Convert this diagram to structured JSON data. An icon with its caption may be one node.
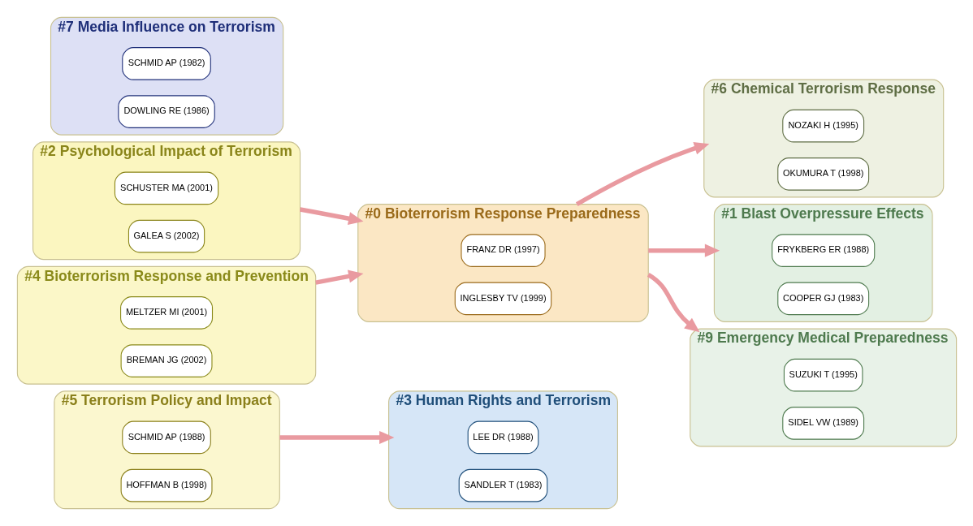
{
  "diagram": {
    "nodes": [
      {
        "text": [
          "#3 Human Rights and Terrorism"
        ]
      },
      {
        "text": [
          "LEE DR (1988)"
        ],
        "in": 0
      },
      {
        "text": [
          "SANDLER T (1983)"
        ],
        "in": 0
      },
      {
        "text": [
          "#5 Terrorism Policy and Impact"
        ]
      },
      {
        "text": [
          "SCHMID AP (1988)"
        ],
        "in": 3
      },
      {
        "text": [
          "HOFFMAN B (1998)"
        ],
        "in": 3
      },
      {
        "text": [
          "#2 Psychological Impact of Terrorism"
        ]
      },
      {
        "text": [
          "SCHUSTER MA (2001)"
        ],
        "in": 6
      },
      {
        "text": [
          "GALEA S (2002)"
        ],
        "in": 6
      },
      {
        "text": [
          "#0 Bioterrorism Response Preparedness"
        ]
      },
      {
        "text": [
          "FRANZ DR (1997)"
        ],
        "in": 9
      },
      {
        "text": [
          "INGLESBY TV (1999)"
        ],
        "in": 9
      },
      {
        "text": [
          "#6 Chemical Terrorism Response"
        ]
      },
      {
        "text": [
          "NOZAKI H (1995)"
        ],
        "in": 12
      },
      {
        "text": [
          "OKUMURA T (1998)"
        ],
        "in": 12
      },
      {
        "text": [
          "#7 Media Influence on Terrorism"
        ]
      },
      {
        "text": [
          "SCHMID AP (1982)"
        ],
        "in": 15
      },
      {
        "text": [
          "DOWLING RE (1986)"
        ],
        "in": 15
      },
      {
        "text": [
          "#4 Bioterrorism Response and Prevention"
        ]
      },
      {
        "text": [
          "MELTZER MI (2001)"
        ],
        "in": 18
      },
      {
        "text": [
          "BREMAN JG (2002)"
        ],
        "in": 18
      },
      {
        "text": [
          "#1 Blast Overpressure Effects"
        ]
      },
      {
        "text": [
          "FRYKBERG ER (1988)"
        ],
        "in": 21
      },
      {
        "text": [
          "COOPER GJ (1983)"
        ],
        "in": 21
      },
      {
        "text": [
          "#9 Emergency Medical Preparedness"
        ]
      },
      {
        "text": [
          "SUZUKI T (1995)"
        ],
        "in": 24
      },
      {
        "text": [
          "SIDEL VW (1989)"
        ],
        "in": 24
      }
    ],
    "edges": [
      {
        "from": 3,
        "to": 0,
        "arrow": "to"
      },
      {
        "from": 9,
        "to": 12,
        "arrow": "to"
      },
      {
        "from": 6,
        "to": 9,
        "arrow": "to"
      },
      {
        "from": 9,
        "to": 21,
        "arrow": "to"
      },
      {
        "from": 9,
        "to": 24,
        "arrow": "to"
      },
      {
        "from": 18,
        "to": 9,
        "arrow": "to"
      }
    ]
  }
}
